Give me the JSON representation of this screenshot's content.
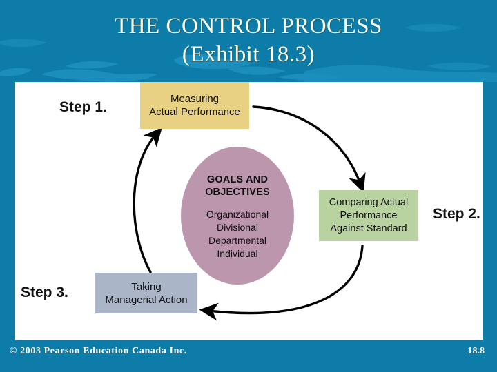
{
  "slide": {
    "title_line1": "THE CONTROL PROCESS",
    "title_line2": "(Exhibit 18.3)",
    "background_color": "#0e7ca8",
    "panel_color": "#ffffff",
    "title_color": "#fdfde8"
  },
  "diagram": {
    "steps": [
      {
        "label": "Step 1."
      },
      {
        "label": "Step 2."
      },
      {
        "label": "Step 3."
      }
    ],
    "boxes": {
      "measure": {
        "line1": "Measuring",
        "line2": "Actual Performance",
        "color": "#e8d182"
      },
      "compare": {
        "line1": "Comparing Actual",
        "line2": "Performance",
        "line3": "Against Standard",
        "color": "#b8d2a0"
      },
      "action": {
        "line1": "Taking",
        "line2": "Managerial Action",
        "color": "#aab6c8"
      }
    },
    "center": {
      "heading_line1": "GOALS AND",
      "heading_line2": "OBJECTIVES",
      "item1": "Organizational",
      "item2": "Divisional",
      "item3": "Departmental",
      "item4": "Individual",
      "color": "#bc96ad"
    },
    "arrow_color": "#000000"
  },
  "footer": {
    "copyright": "© 2003 Pearson Education Canada Inc.",
    "page_number": "18.8"
  }
}
